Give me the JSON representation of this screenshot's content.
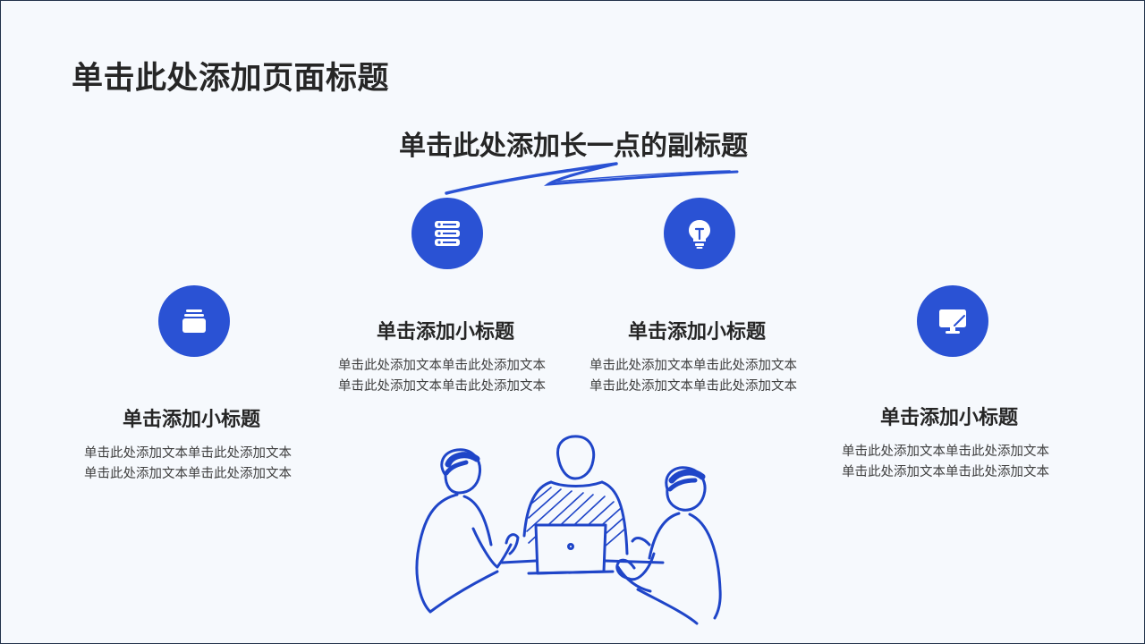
{
  "page_title": "单击此处添加页面标题",
  "subtitle": "单击此处添加长一点的副标题",
  "colors": {
    "accent": "#2a52d4",
    "text": "#262626",
    "background": "#f6f9fd"
  },
  "items": [
    {
      "icon": "document-icon",
      "title": "单击添加小标题",
      "text": "单击此处添加文本单击此处添加文本单击此处添加文本单击此处添加文本"
    },
    {
      "icon": "server-icon",
      "title": "单击添加小标题",
      "text": "单击此处添加文本单击此处添加文本单击此处添加文本单击此处添加文本"
    },
    {
      "icon": "lightbulb-icon",
      "title": "单击添加小标题",
      "text": "单击此处添加文本单击此处添加文本单击此处添加文本单击此处添加文本"
    },
    {
      "icon": "monitor-icon",
      "title": "单击添加小标题",
      "text": "单击此处添加文本单击此处添加文本单击此处添加文本单击此处添加文本"
    }
  ],
  "illustration": "team-meeting-illustration"
}
